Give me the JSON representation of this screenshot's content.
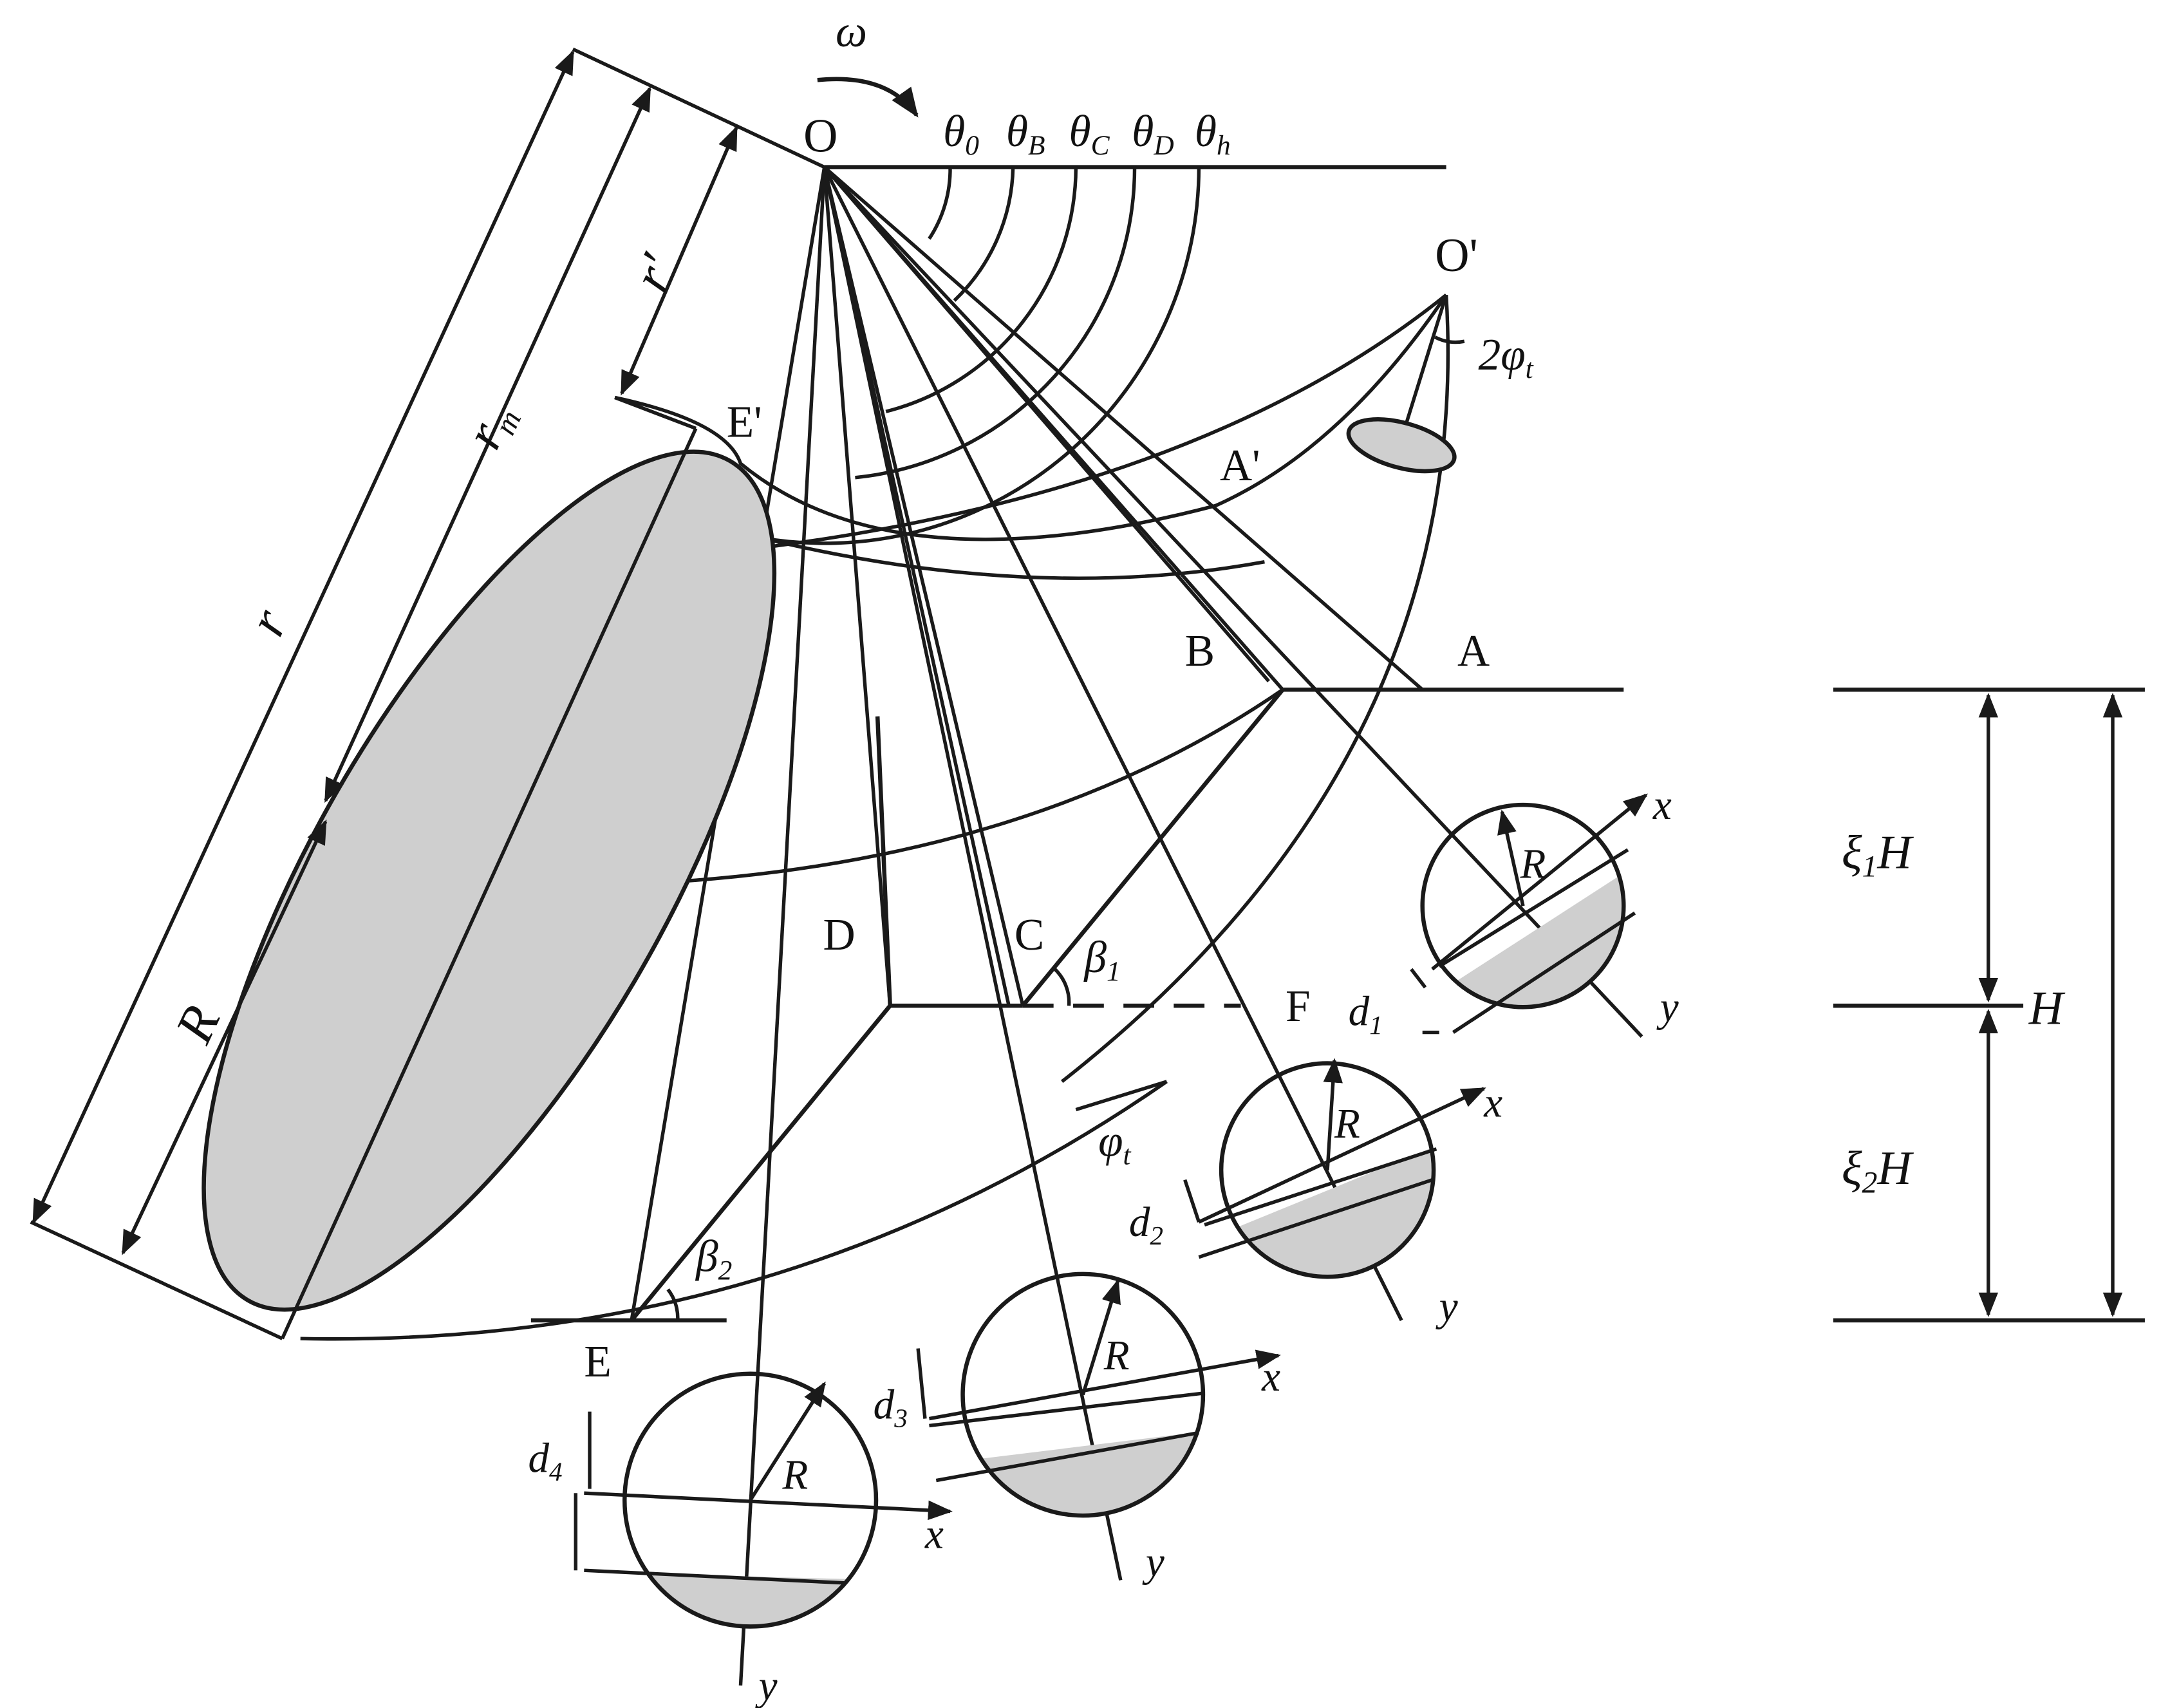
{
  "diagram": {
    "colors": {
      "line": "#1a1a1a",
      "shade": "#cfcfcf",
      "background": "#ffffff"
    },
    "points": {
      "O": "O",
      "O_prime": "O'",
      "A": "A",
      "A_prime": "A'",
      "B": "B",
      "C": "C",
      "D": "D",
      "E": "E",
      "E_prime": "E'",
      "F": "F"
    },
    "angles": {
      "omega": "ω",
      "theta_0": "θ",
      "theta_0_sub": "0",
      "theta_B": "θ",
      "theta_B_sub": "B",
      "theta_C": "θ",
      "theta_C_sub": "C",
      "theta_D": "θ",
      "theta_D_sub": "D",
      "theta_h": "θ",
      "theta_h_sub": "h",
      "two_phi_t": "2φ",
      "two_phi_t_sub": "t",
      "phi_t": "φ",
      "phi_t_sub": "t",
      "beta_1": "β",
      "beta_1_sub": "1",
      "beta_2": "β",
      "beta_2_sub": "2"
    },
    "dimensions": {
      "r": "r",
      "r_m": "r",
      "r_m_sub": "m",
      "r_prime": "r′",
      "R": "R",
      "xi1H": "ξ",
      "xi1H_sub": "1",
      "xi1H_tail": "H",
      "xi2H": "ξ",
      "xi2H_sub": "2",
      "xi2H_tail": "H",
      "H": "H"
    },
    "sections": [
      {
        "R": "R",
        "x": "x",
        "y": "y",
        "d": "d",
        "d_sub": "1"
      },
      {
        "R": "R",
        "x": "x",
        "y": "y",
        "d": "d",
        "d_sub": "2"
      },
      {
        "R": "R",
        "x": "x",
        "y": "y",
        "d": "d",
        "d_sub": "3"
      },
      {
        "R": "R",
        "x": "x",
        "y": "y",
        "d": "d",
        "d_sub": "4"
      }
    ]
  }
}
